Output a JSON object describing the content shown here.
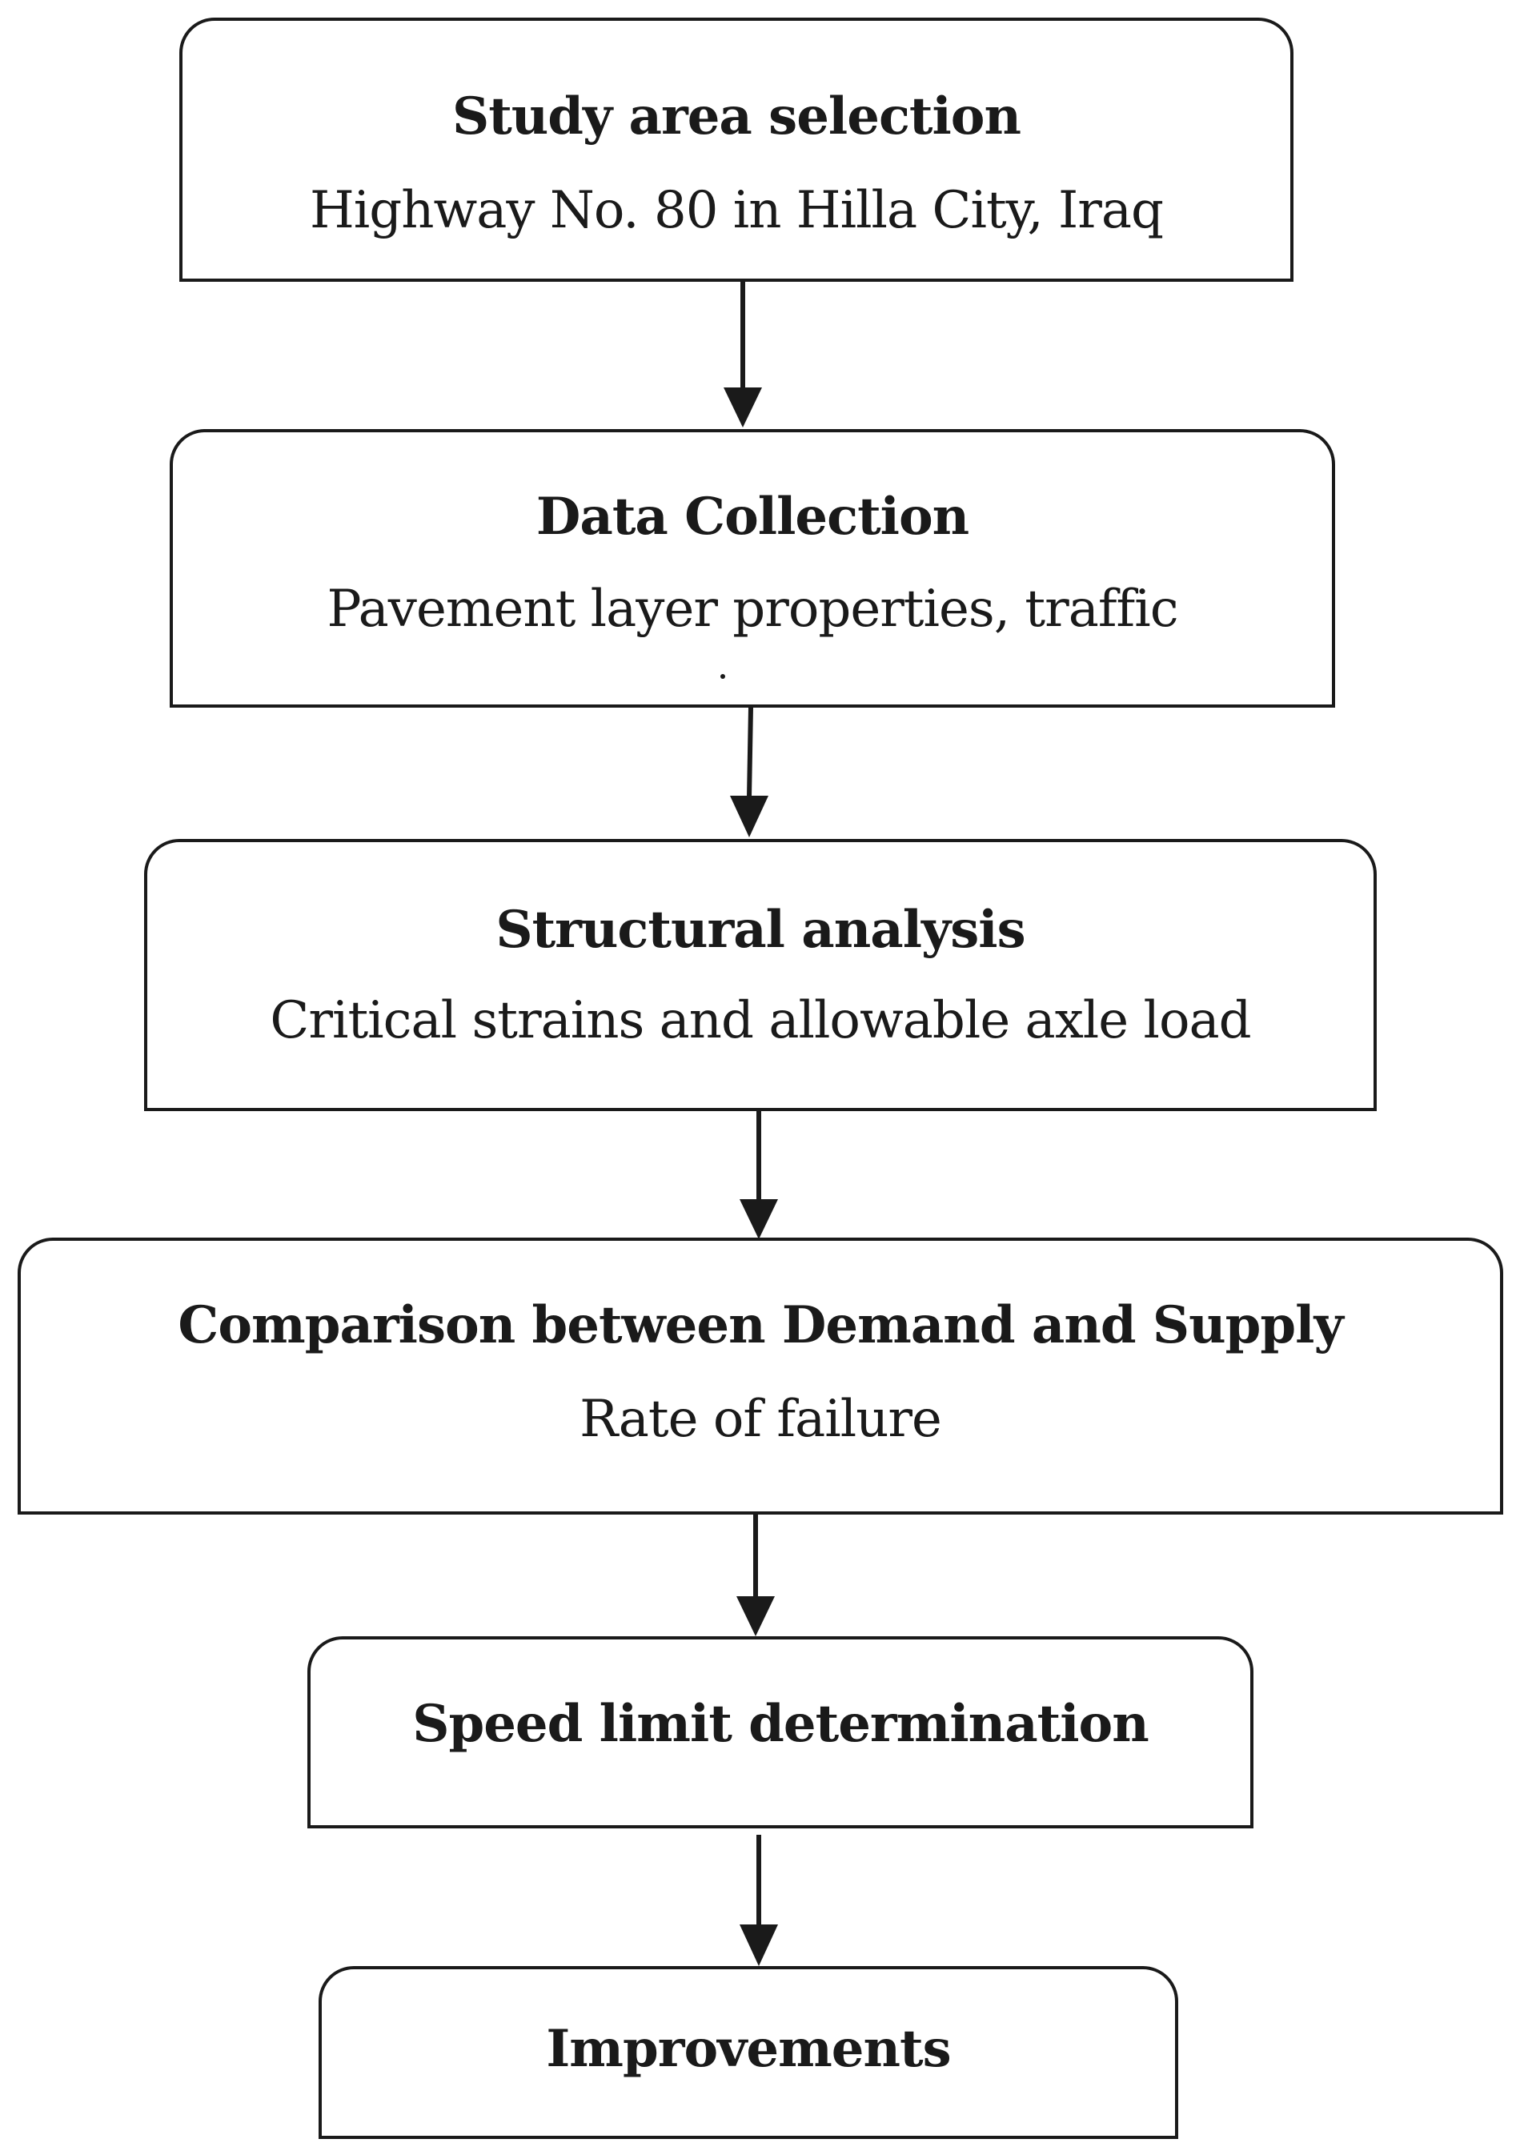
{
  "steps": [
    {
      "title": "Study area selection",
      "subtitle": "Highway No. 80 in Hilla City, Iraq"
    },
    {
      "title": "Data Collection",
      "subtitle": "Pavement layer properties, traffic"
    },
    {
      "title": "Structural analysis",
      "subtitle": "Critical strains and allowable axle load"
    },
    {
      "title": "Comparison between Demand and Supply",
      "subtitle": "Rate of failure"
    },
    {
      "title": "Speed limit determination"
    },
    {
      "title": "Improvements"
    }
  ],
  "colors": {
    "stroke": "#1a1a1a",
    "background": "#ffffff"
  }
}
